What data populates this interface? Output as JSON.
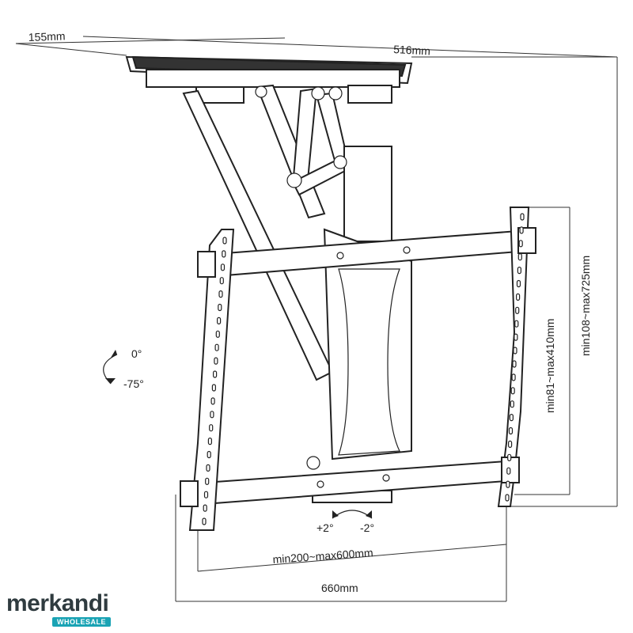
{
  "dimensions": {
    "top_left": "155mm",
    "top_right": "516mm",
    "right_outer": "min108~max725mm",
    "right_inner": "min81~max410mm",
    "bottom_inner": "min200~max600mm",
    "bottom_outer": "660mm"
  },
  "tilt": {
    "up": "0°",
    "down": "-75°"
  },
  "swivel": {
    "left": "+2°",
    "right": "-2°"
  },
  "logo": {
    "name": "merkandi",
    "tag": "WHOLESALE"
  },
  "colors": {
    "line": "#222222",
    "logo_text": "#2f3b3f",
    "logo_badge": "#1aa3b4"
  }
}
